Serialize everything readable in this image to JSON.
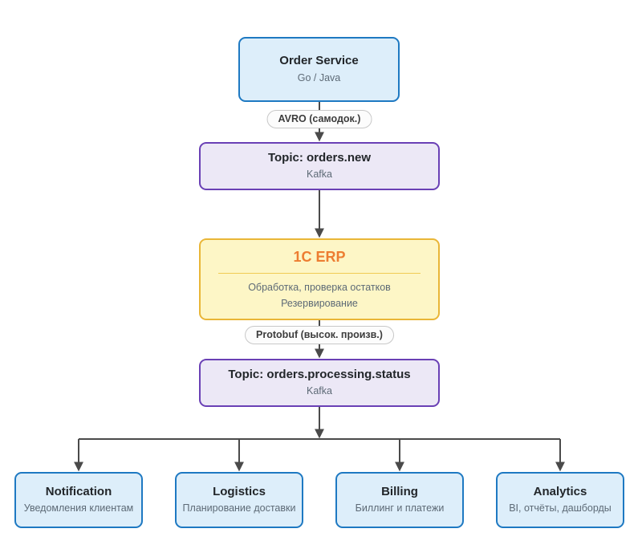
{
  "diagram": {
    "nodes": {
      "order_service": {
        "title": "Order Service",
        "subtitle": "Go / Java"
      },
      "topic_orders_new": {
        "title": "Topic: orders.new",
        "subtitle": "Kafka"
      },
      "erp": {
        "title": "1C ERP",
        "lines": [
          "Обработка, проверка остатков",
          "Резервирование"
        ]
      },
      "topic_orders_processing_status": {
        "title": "Topic: orders.processing.status",
        "subtitle": "Kafka"
      },
      "notification": {
        "title": "Notification",
        "subtitle": "Уведомления клиентам"
      },
      "logistics": {
        "title": "Logistics",
        "subtitle": "Планирование доставки"
      },
      "billing": {
        "title": "Billing",
        "subtitle": "Биллинг и платежи"
      },
      "analytics": {
        "title": "Analytics",
        "subtitle": "BI, отчёты, дашборды"
      }
    },
    "edge_labels": {
      "avro": "AVRO (самодок.)",
      "protobuf": "Protobuf (высок. произв.)"
    },
    "colors": {
      "service_fill": "#ddeefa",
      "service_border": "#1e79c2",
      "topic_fill": "#ece8f6",
      "topic_border": "#6a40b5",
      "erp_fill": "#fdf6c6",
      "erp_border": "#e9b637",
      "erp_divider": "#f0cc55",
      "erp_title": "#ed7d31",
      "arrow": "#4a4a4a",
      "label_fill": "#fcfcfc",
      "label_border": "#c8c8c8",
      "label_text": "#3c3c3c",
      "title_text": "#22262a",
      "subtitle_text": "#5d6a76"
    }
  }
}
